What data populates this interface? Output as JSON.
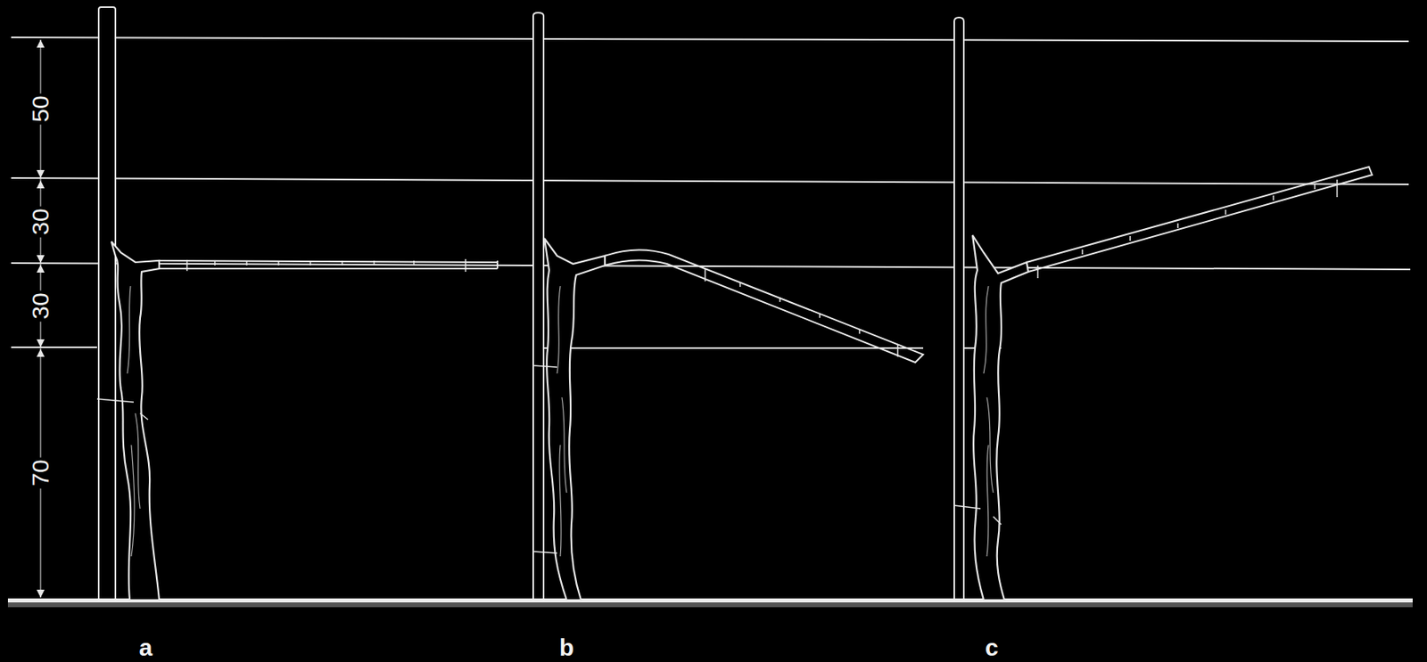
{
  "diagram": {
    "labels": [
      "50",
      "30",
      "30",
      "70",
      "a",
      "b",
      "c"
    ]
  }
}
